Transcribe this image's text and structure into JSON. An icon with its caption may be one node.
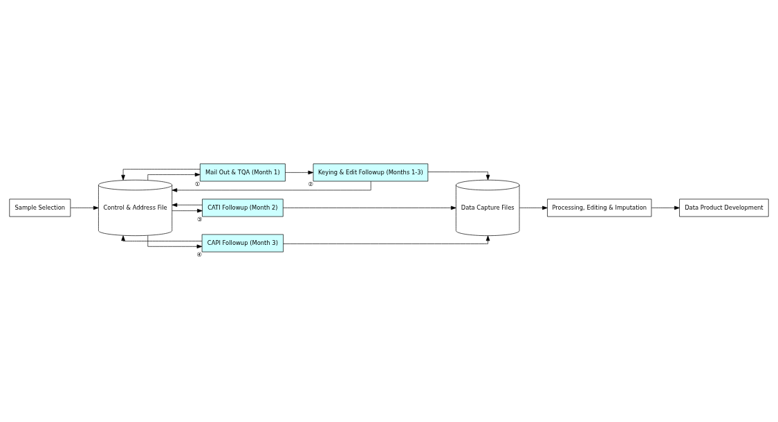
{
  "diagram": {
    "nodes": [
      {
        "text": [
          "Sample Selection"
        ]
      },
      {
        "text": [
          "Control & Address File"
        ]
      },
      {
        "text": [
          "Mail Out & TQA (Month 1)"
        ],
        "beside": [
          "①"
        ]
      },
      {
        "text": [
          "Keying & Edit Followup (Months 1-3)"
        ],
        "beside": [
          "②"
        ]
      },
      {
        "text": [
          "CATI Followup (Month 2)"
        ],
        "beside": [
          "③"
        ]
      },
      {
        "text": [
          "CAPI Followup (Month 3)"
        ],
        "beside": [
          "④"
        ]
      },
      {
        "text": [
          "Data Capture Files"
        ]
      },
      {
        "text": [
          "Processing, Editing & Imputation"
        ]
      },
      {
        "text": [
          "Data Product Development"
        ]
      }
    ],
    "edges": [
      {
        "from": 0,
        "to": 1,
        "arrow": "to"
      },
      {
        "from": 1,
        "to": 2,
        "arrow": "to"
      },
      {
        "from": 1,
        "to": 4,
        "arrow": "to"
      },
      {
        "from": 1,
        "to": 5,
        "arrow": "to"
      },
      {
        "from": 2,
        "to": 3,
        "arrow": "to"
      },
      {
        "from": 2,
        "to": 1,
        "arrow": "to"
      },
      {
        "from": 3,
        "to": 1,
        "arrow": "to"
      },
      {
        "from": 3,
        "to": 6,
        "arrow": "to"
      },
      {
        "from": 4,
        "to": 6,
        "arrow": "to"
      },
      {
        "from": 5,
        "to": 6,
        "arrow": "to"
      },
      {
        "from": 4,
        "to": 1,
        "arrow": "to"
      },
      {
        "from": 5,
        "to": 1,
        "arrow": "to"
      },
      {
        "from": 6,
        "to": 7,
        "arrow": "to"
      },
      {
        "from": 7,
        "to": 8,
        "arrow": "to"
      }
    ]
  }
}
